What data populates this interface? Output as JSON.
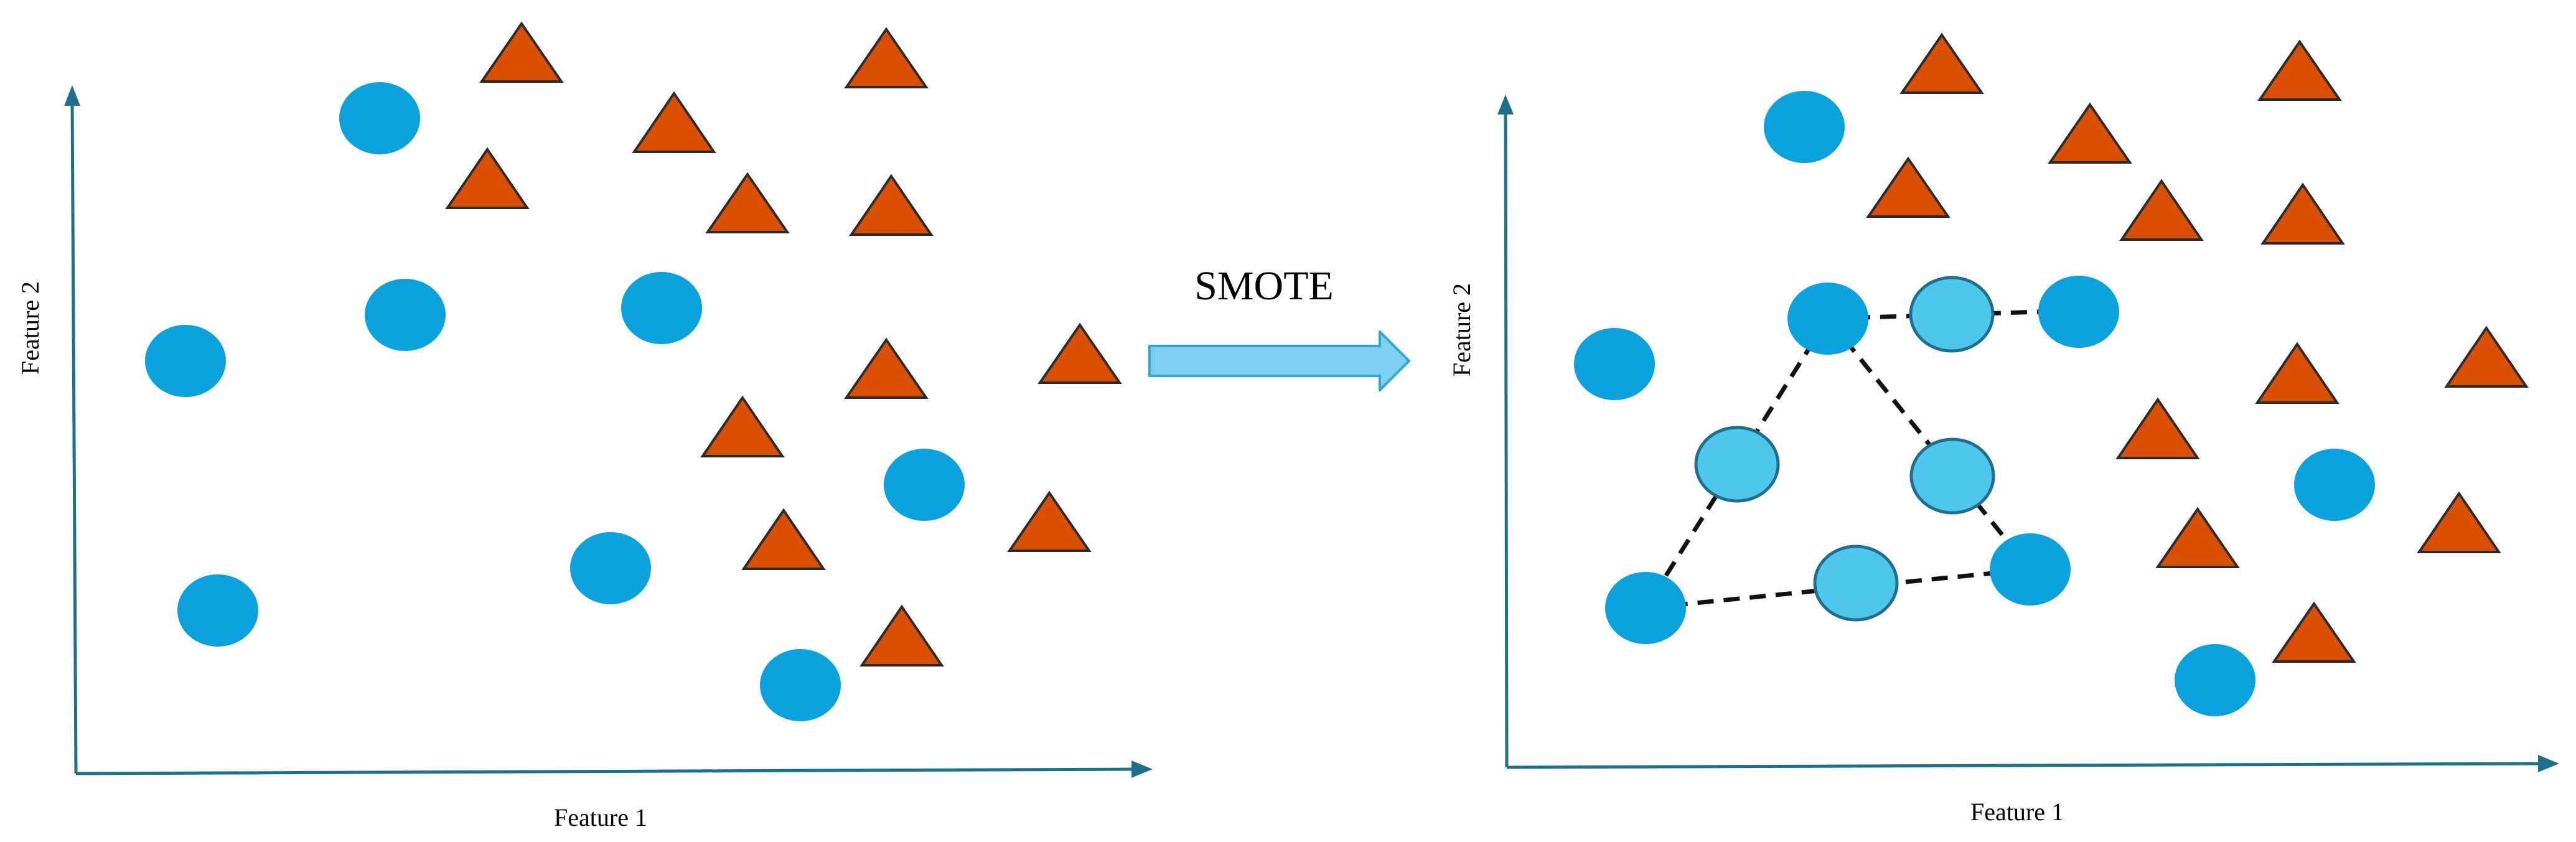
{
  "panels": {
    "left": {
      "x_axis_label": "Feature 1",
      "y_axis_label": "Feature 2"
    },
    "right": {
      "x_axis_label": "Feature 1",
      "y_axis_label": "Feature 2"
    }
  },
  "transform_arrow": {
    "label": "SMOTE"
  },
  "legend_semantics": {
    "minority_class_shape": "circle",
    "majority_class_shape": "triangle",
    "synthetic_sample_shape": "outlined circle"
  },
  "colors": {
    "axis": "#1f6e8c",
    "minority": "#0aa1dd",
    "synthetic": "#4dc8ec",
    "synthetic_outline": "#1f6e8c",
    "majority": "#d94f04",
    "majority_outline": "#2b2b2b",
    "arrow_fill": "#7fd0f0",
    "arrow_outline": "#2aa7d8"
  }
}
